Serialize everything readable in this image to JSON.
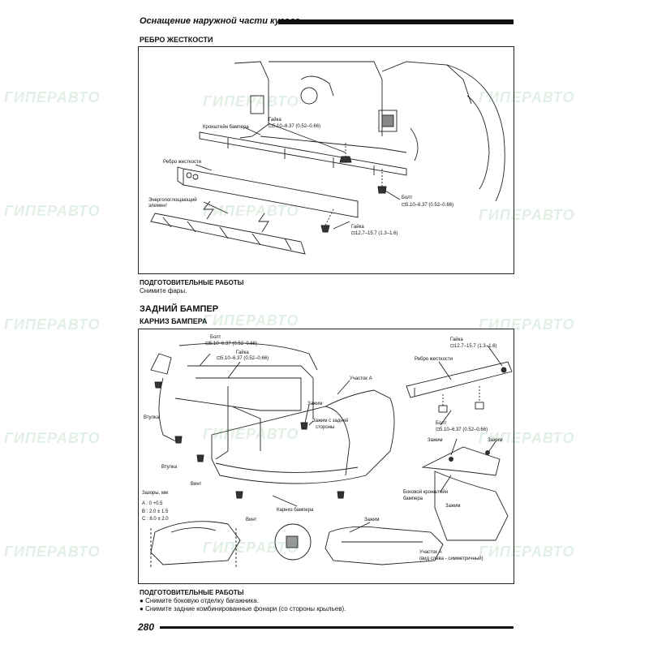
{
  "header": {
    "title": "Оснащение наружной части кузова"
  },
  "section1": {
    "title": "РЕБРО ЖЕСТКОСТИ",
    "labels": {
      "bumper_bracket": "Кронштейн бампера",
      "nut1": "Гайка",
      "nut1_torque": "⊡5.10–6.37 (0.52–0.66)",
      "reinforcement": "Ребро жесткости",
      "absorber1": "Энергопоглощающий",
      "absorber2": "элемент",
      "bolt": "Болт",
      "bolt_torque": "⊡5.10–6.37 (0.52–0.66)",
      "nut2": "Гайка",
      "nut2_torque": "⊡12.7–15.7 (1.3–1.6)"
    },
    "prep_heading": "ПОДГОТОВИТЕЛЬНЫЕ РАБОТЫ",
    "prep_text": "Снимите фары."
  },
  "section2": {
    "title": "ЗАДНИЙ БАМПЕР",
    "subtitle": "КАРНИЗ БАМПЕРА",
    "labels": {
      "bolt": "Болт",
      "bolt_torque": "⊡5.10–6.37 (0.52–0.66)",
      "nut": "Гайка",
      "nut_torque": "⊡5.10–6.37 (0.52–0.66)",
      "sleeve1": "Втулка",
      "sleeve2": "Втулка",
      "screw1": "Винт",
      "screw2": "Винт",
      "section_a": "Участок А",
      "clip1": "Зажим",
      "clip_rear1": "Зажим с задней",
      "clip_rear2": "стороны",
      "fascia": "Карниз бампера",
      "clip2": "Зажим",
      "gaps_title": "Зазоры, мм",
      "gap_a": "A : 0 +0.5",
      "gap_b": "B : 2.0 ± 1.5",
      "gap_c": "C : 8.0 ± 2.0",
      "nut_r": "Гайка",
      "nut_r_torque": "⊡12.7–15.7 (1.3–1.6)",
      "reinf_r": "Ребро жесткости",
      "bolt_r": "Болт",
      "bolt_r_torque": "⊡5.10–6.37 (0.52–0.66)",
      "clip_r1": "Зажим",
      "clip_r2": "Зажим",
      "side_bracket1": "Боковой кронштейн",
      "side_bracket2": "бампера",
      "clip_r3": "Зажим",
      "section_a_view1": "Участок А",
      "section_a_view2": "(вид слева - симметричный)"
    },
    "prep_heading": "ПОДГОТОВИТЕЛЬНЫЕ РАБОТЫ",
    "bullets": [
      "Снимите боковую отделку багажника.",
      "Снимите задние комбинированные фонари (со стороны крыльев)."
    ]
  },
  "footer": {
    "page_number": "280"
  },
  "watermark": {
    "text": "ГИПЕРАВТО",
    "color": "#2a8a3a"
  }
}
